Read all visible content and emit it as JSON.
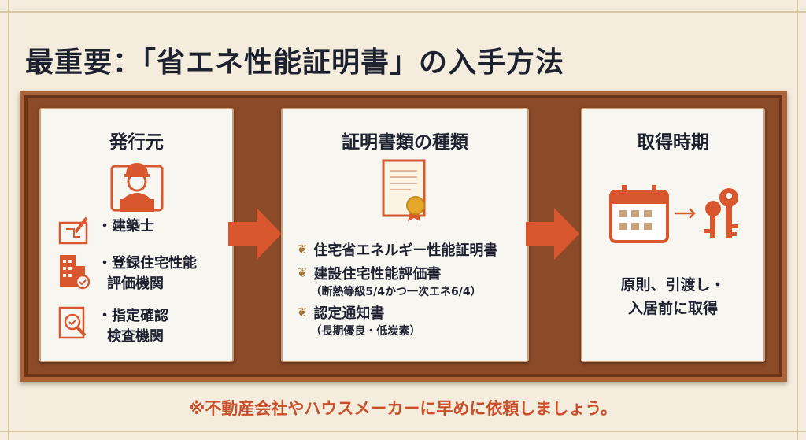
{
  "title": "最重要：「省エネ性能証明書」の入手方法",
  "colors": {
    "accent": "#d9572e",
    "wood": "#8b4a28",
    "text": "#1e2130"
  },
  "issuer": {
    "heading": "発行元",
    "items": [
      {
        "icon": "blueprint-pencil-icon",
        "lines": [
          "・建築士"
        ]
      },
      {
        "icon": "building-badge-icon",
        "lines": [
          "・登録住宅性能",
          "評価機関"
        ]
      },
      {
        "icon": "document-magnifier-icon",
        "lines": [
          "・指定確認",
          "検査機関"
        ]
      }
    ]
  },
  "certificates": {
    "heading": "証明書類の種類",
    "items": [
      {
        "label": "住宅省エネルギー性能証明書"
      },
      {
        "label": "建設住宅性能評価書",
        "note": "（断熱等級5/4かつ一次エネ6/4）"
      },
      {
        "label": "認定通知書",
        "note": "（長期優良・低炭素）"
      }
    ]
  },
  "timing": {
    "heading": "取得時期",
    "lines": [
      "原則、引渡し・",
      "入居前に取得"
    ]
  },
  "footer": "※不動産会社やハウスメーカーに早めに依頼しましょう。"
}
